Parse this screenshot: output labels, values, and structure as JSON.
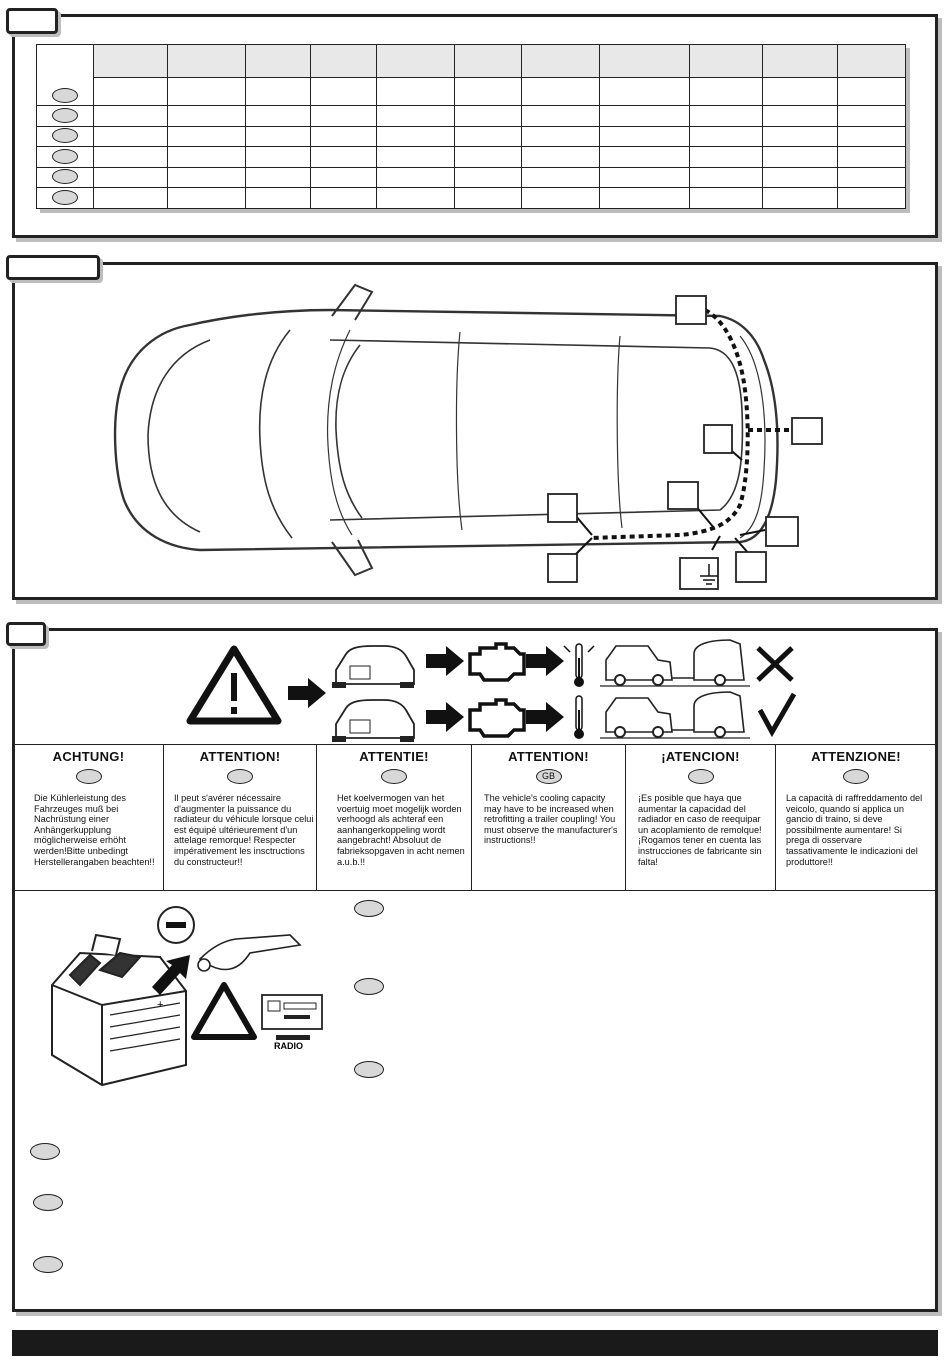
{
  "lang_columns": [
    {
      "heading": "ACHTUNG!",
      "badge": "",
      "text": "Die Kühlerleistung des Fahrzeuges muß bei Nachrüstung einer Anhängerkupplung möglicherweise erhöht werden!Bitte unbedingt Herstellerangaben beachten!!"
    },
    {
      "heading": "ATTENTION!",
      "badge": "",
      "text": "Il peut s'avérer nécessaire d'augmenter la puissance du radiateur du véhicule lorsque celui est équipé ultérieurement d'un attelage remorque! Respecter impérativement les insctructions du constructeur!!"
    },
    {
      "heading": "ATTENTIE!",
      "badge": "",
      "text": "Het koelvermogen van het voertuig moet mogelijk worden verhoogd als achteraf een aanhangerkoppeling wordt aangebracht! Absoluut de fabrieksopgaven in acht nemen a.u.b.!!"
    },
    {
      "heading": "ATTENTION!",
      "badge": "GB",
      "text": "The vehicle's cooling capacity may have to be increased when retrofitting a trailer coupling! You must observe the manufacturer's instructions!!"
    },
    {
      "heading": "¡ATENCION!",
      "badge": "",
      "text": "¡Es posible que haya que aumentar la capacidad del radiador en caso de reequipar un acoplamiento de remolque! ¡Rogamos tener en cuenta las instrucciones de fabricante sin falta!"
    },
    {
      "heading": "ATTENZIONE!",
      "badge": "",
      "text": "La capacità di raffreddamento del veicolo, quando si applica un gancio di traino, si deve possibilmente aumentare! Si prega di osservare tassativamente le indicazioni del produttore!!"
    }
  ],
  "battery": {
    "minus_symbol": "—",
    "plus_symbol": "+",
    "radio_label": "RADIO"
  },
  "colors": {
    "line": "#222222",
    "badge": "#d8d8d8",
    "shadow": "#bdbdbd",
    "footer": "#1a1a1a"
  },
  "icons": [
    "warning-triangle-icon",
    "engine-icon",
    "thermometer-icon",
    "cross-mark-icon",
    "check-mark-icon",
    "ground-icon"
  ]
}
